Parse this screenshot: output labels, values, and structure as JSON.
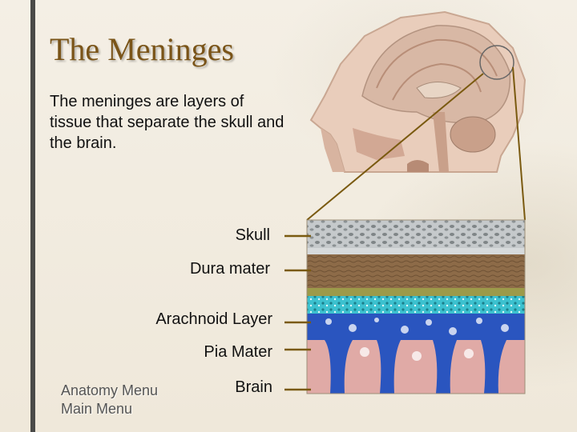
{
  "slide": {
    "title": "The Meninges",
    "intro": "The meninges are layers of tissue that separate the skull and the brain."
  },
  "layers": [
    {
      "label": "Skull"
    },
    {
      "label": "Dura mater"
    },
    {
      "label": "Arachnoid Layer"
    },
    {
      "label": "Pia Mater"
    },
    {
      "label": "Brain"
    }
  ],
  "menu": {
    "anatomy": "Anatomy Menu",
    "main": "Main Menu"
  },
  "colors": {
    "title": "#7a5418",
    "connector": "#7a5a10",
    "skull": "#b8bdbf",
    "dura": "#8a6a45",
    "arachnoid": "#2fb8c8",
    "pia": "#2850b8",
    "brain": "#e0aaa6"
  }
}
